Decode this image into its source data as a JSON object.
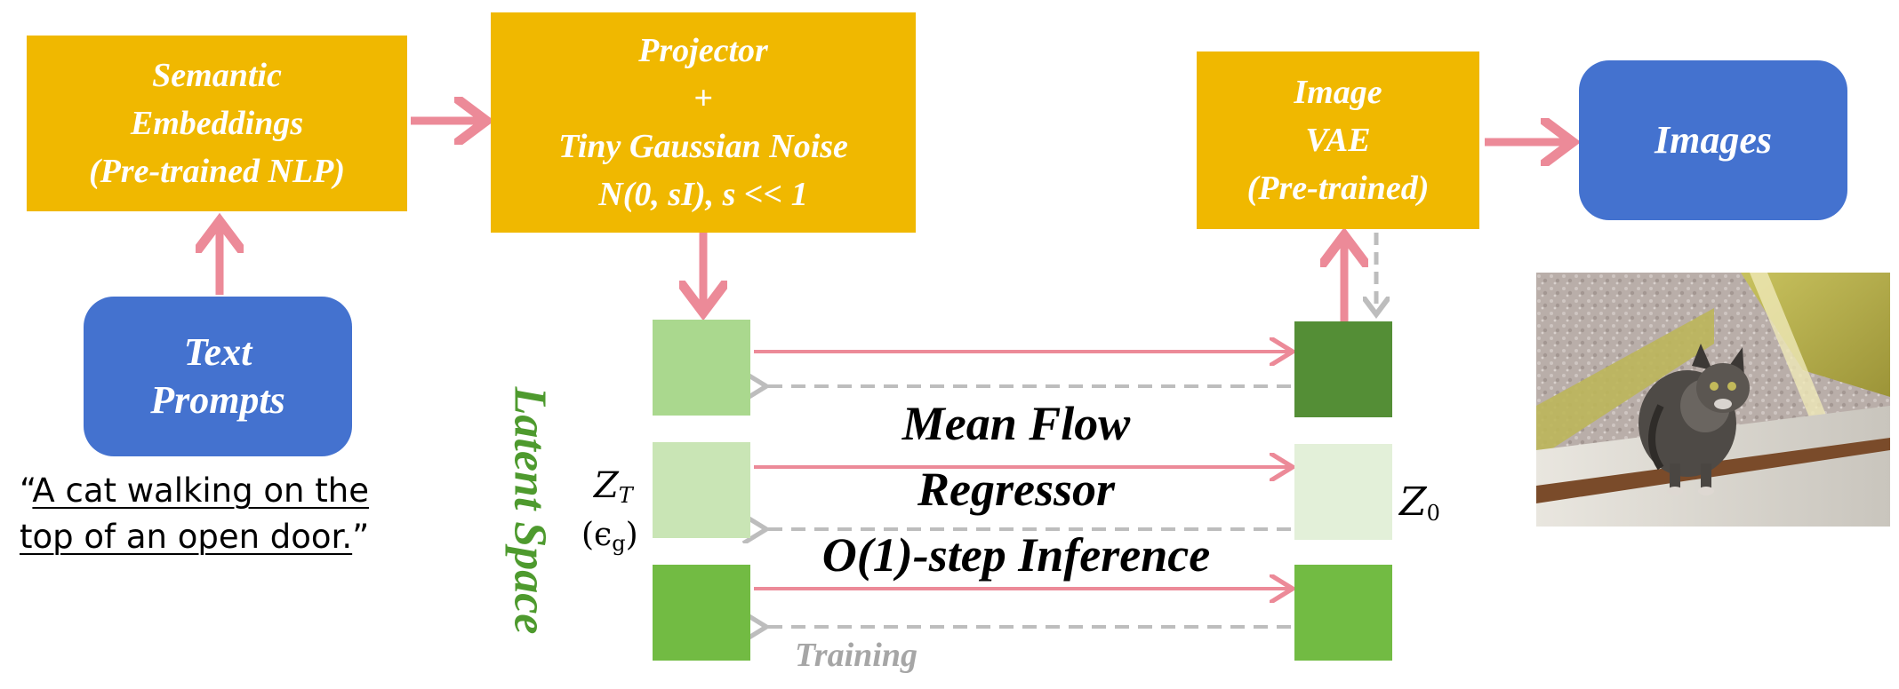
{
  "boxes": {
    "semantic": [
      "Semantic",
      "Embeddings",
      "(Pre-trained NLP)"
    ],
    "projector": [
      "Projector",
      "+",
      "Tiny Gaussian Noise",
      "N(0, sI), s << 1"
    ],
    "vae": [
      "Image",
      "VAE",
      "(Pre-trained)"
    ],
    "images": "Images",
    "text_prompts": [
      "Text",
      "Prompts"
    ]
  },
  "quote": {
    "open": "“",
    "line1": "A cat walking on the",
    "line2": "top of an open door.",
    "close": "”"
  },
  "latent_space": "Latent Space",
  "regressor": {
    "line1": "Mean Flow",
    "line2": "Regressor",
    "line3": "O(1)-step Inference"
  },
  "training_label": "Training",
  "zt": {
    "base": "Z",
    "sub": "T",
    "eps": "(ϵ",
    "eps_sub": "g",
    "close": ")"
  },
  "z0": {
    "base": "Z",
    "sub": "0"
  },
  "colors": {
    "yellow": "#f0b800",
    "blue": "#4472cf",
    "pink_arrow": "#ec8a98",
    "grey_dashed": "#bdbdbd",
    "latent_text": "#4e9a2e",
    "left_squares": [
      "#aad88e",
      "#c9e5b5",
      "#72bb43"
    ],
    "right_squares": [
      "#548e36",
      "#e3f0d9",
      "#72bb43"
    ]
  },
  "photo": {
    "subject": "cat-on-door-photo"
  }
}
